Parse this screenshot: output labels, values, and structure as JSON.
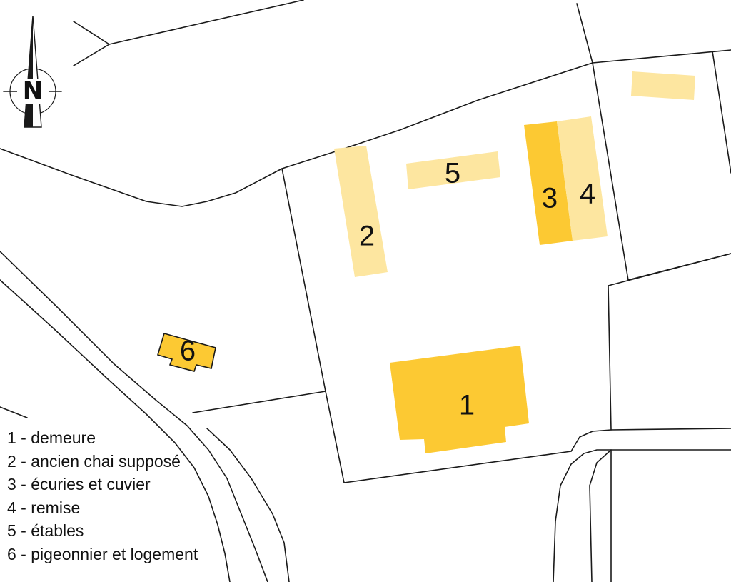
{
  "colors": {
    "main": "#fcc933",
    "light": "#fde6a0",
    "outline": "#1a1a1a",
    "background": "#ffffff"
  },
  "compass": {
    "label": "N",
    "icon": "north-arrow-icon"
  },
  "buildings": [
    {
      "id": "1",
      "label": "1",
      "shade": "main"
    },
    {
      "id": "2",
      "label": "2",
      "shade": "light"
    },
    {
      "id": "3",
      "label": "3",
      "shade": "main"
    },
    {
      "id": "4",
      "label": "4",
      "shade": "light"
    },
    {
      "id": "5",
      "label": "5",
      "shade": "light"
    },
    {
      "id": "6",
      "label": "6",
      "shade": "main"
    }
  ],
  "legend": [
    "1 - demeure",
    "2 - ancien chai supposé",
    "3 - écuries et cuvier",
    "4 - remise",
    "5 - étables",
    "6 - pigeonnier et logement"
  ]
}
